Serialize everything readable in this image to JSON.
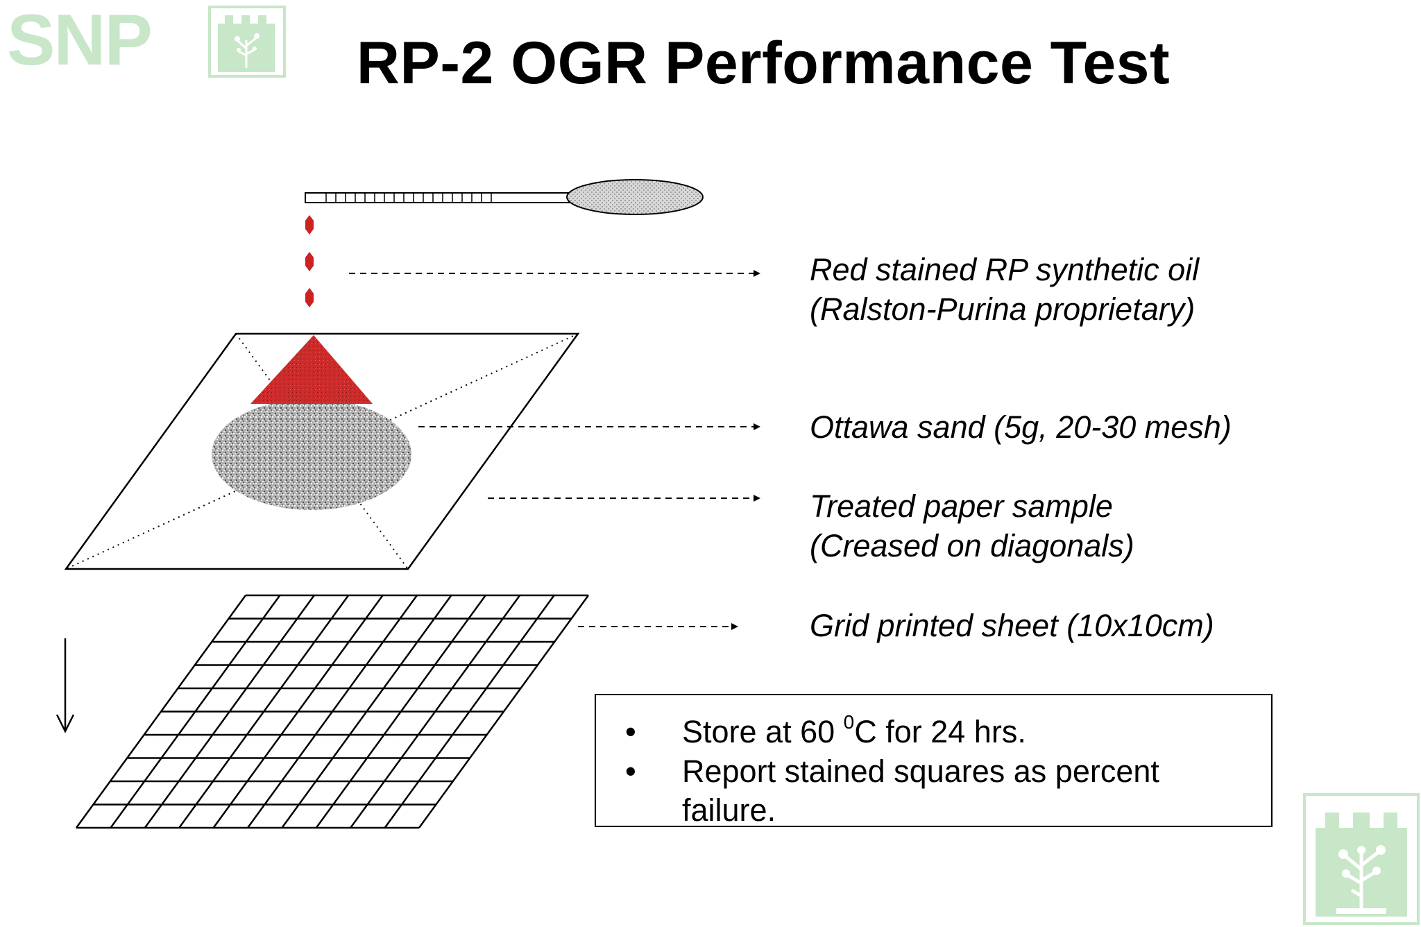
{
  "title": "RP-2 OGR Performance Test",
  "logo": {
    "text": "SNP"
  },
  "labels": {
    "oil_line1": "Red stained RP synthetic oil",
    "oil_line2": "(Ralston-Purina proprietary)",
    "sand": "Ottawa sand (5g, 20-30 mesh)",
    "paper_line1": "Treated paper sample",
    "paper_line2": "(Creased on diagonals)",
    "grid": "Grid printed sheet (10x10cm)"
  },
  "notes": {
    "bullet": "•",
    "item1_before": "Store at 60 ",
    "item1_sup": "0",
    "item1_after": "C for 24 hrs.",
    "item2": "Report stained squares as percent failure."
  },
  "colors": {
    "oil": "#cc2222",
    "logo_green": "#c8e6c8",
    "sand": "#a8a8a8"
  }
}
